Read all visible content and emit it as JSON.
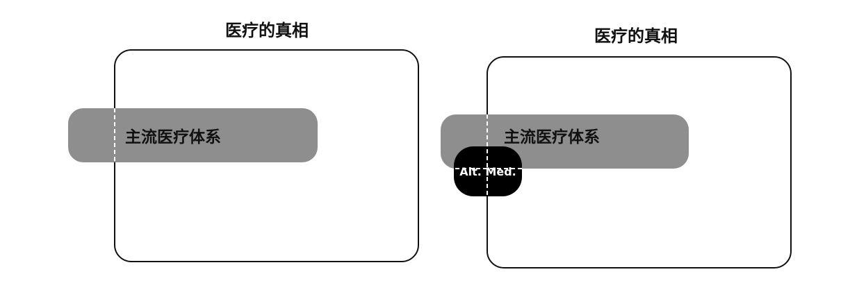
{
  "colors": {
    "frame_stroke": "#111111",
    "mainstream_fill": "#8e8e8e",
    "alt_fill": "#000000",
    "alt_text": "#ffffff",
    "boundary_line": "#ffffff"
  },
  "panels": [
    {
      "title": "医疗的真相",
      "mainstream_label": "主流医疗体系"
    },
    {
      "title": "医疗的真相",
      "mainstream_label": "主流医疗体系",
      "alt_label": "Alt. Med."
    }
  ]
}
